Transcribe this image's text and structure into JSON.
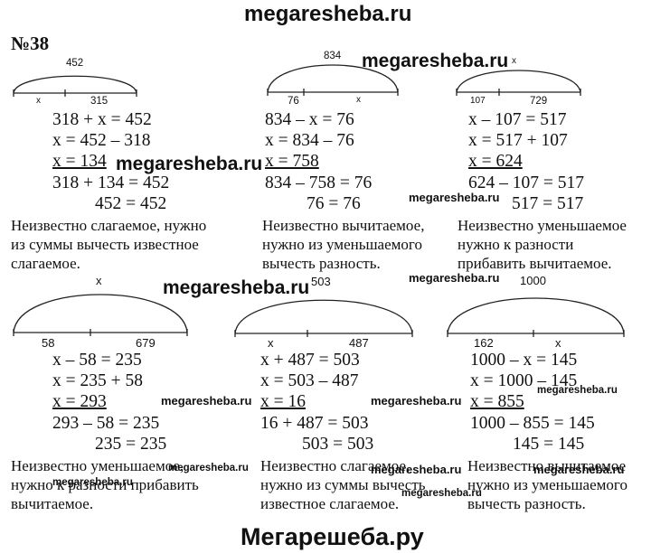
{
  "header": {
    "watermark_top": "megaresheba.ru",
    "task_number": "№38"
  },
  "problems": [
    {
      "diagram": {
        "top": "452",
        "left": "x",
        "right": "315"
      },
      "lines": [
        "318 + x = 452",
        "x = 452 – 318",
        "x = 134",
        "318 + 134 = 452",
        "452 = 452"
      ],
      "explanation": [
        "Неизвестно слагаемое, нужно",
        "из суммы вычесть известное",
        "слагаемое."
      ]
    },
    {
      "diagram": {
        "top": "834",
        "left": "76",
        "right": "x"
      },
      "lines": [
        "834 – x = 76",
        "x = 834 – 76",
        "x = 758",
        "834 – 758 = 76",
        "76 = 76"
      ],
      "explanation": [
        "Неизвестно вычитаемое,",
        "нужно из уменьшаемого",
        "вычесть разность."
      ]
    },
    {
      "diagram": {
        "top": "x",
        "left": "107",
        "right": "729"
      },
      "lines": [
        "x – 107 = 517",
        "x = 517 + 107",
        "x = 624",
        "624 – 107 = 517",
        "517 = 517"
      ],
      "explanation": [
        "Неизвестно уменьшаемое",
        "нужно к разности",
        "прибавить вычитаемое."
      ]
    },
    {
      "diagram": {
        "top": "x",
        "left": "58",
        "right": "679"
      },
      "lines": [
        "x – 58 = 235",
        "x = 235 + 58",
        "x = 293",
        "293 – 58 = 235",
        "235 = 235"
      ],
      "explanation": [
        "Неизвестно уменьшаемое,",
        "нужно к разности прибавить",
        "вычитаемое."
      ]
    },
    {
      "diagram": {
        "top": "503",
        "left": "x",
        "right": "487"
      },
      "lines": [
        "x + 487 = 503",
        "x = 503 – 487",
        "x = 16",
        "16 + 487 = 503",
        "503 = 503"
      ],
      "explanation": [
        "Неизвестно слагаемое,",
        "нужно из суммы  вычесть",
        "известное  слагаемое."
      ]
    },
    {
      "diagram": {
        "top": "1000",
        "left": "162",
        "right": "x"
      },
      "lines": [
        "1000 – x = 145",
        "x = 1000 – 145",
        "x = 855",
        "1000 – 855 = 145",
        "145 = 145"
      ],
      "explanation": [
        "Неизвестно вычитаемое",
        "нужно из уменьшаемого",
        "вычесть разность."
      ]
    }
  ],
  "watermarks": {
    "w1": "megaresheba.ru",
    "w2": "megaresheba.ru",
    "w3": "megaresheba.ru",
    "w4": "megaresheba.ru",
    "w5": "megaresheba.ru",
    "w6": "megaresheba.ru",
    "w7": "megaresheba.ru",
    "w8": "megaresheba.ru",
    "w9": "megaresheba.ru",
    "w10": "megaresheba.ru",
    "w11": "megaresheba.ru",
    "w12": "megaresheba.ru",
    "w13": "megaresheba.ru",
    "bottom": "Мегарешеба.ру"
  }
}
